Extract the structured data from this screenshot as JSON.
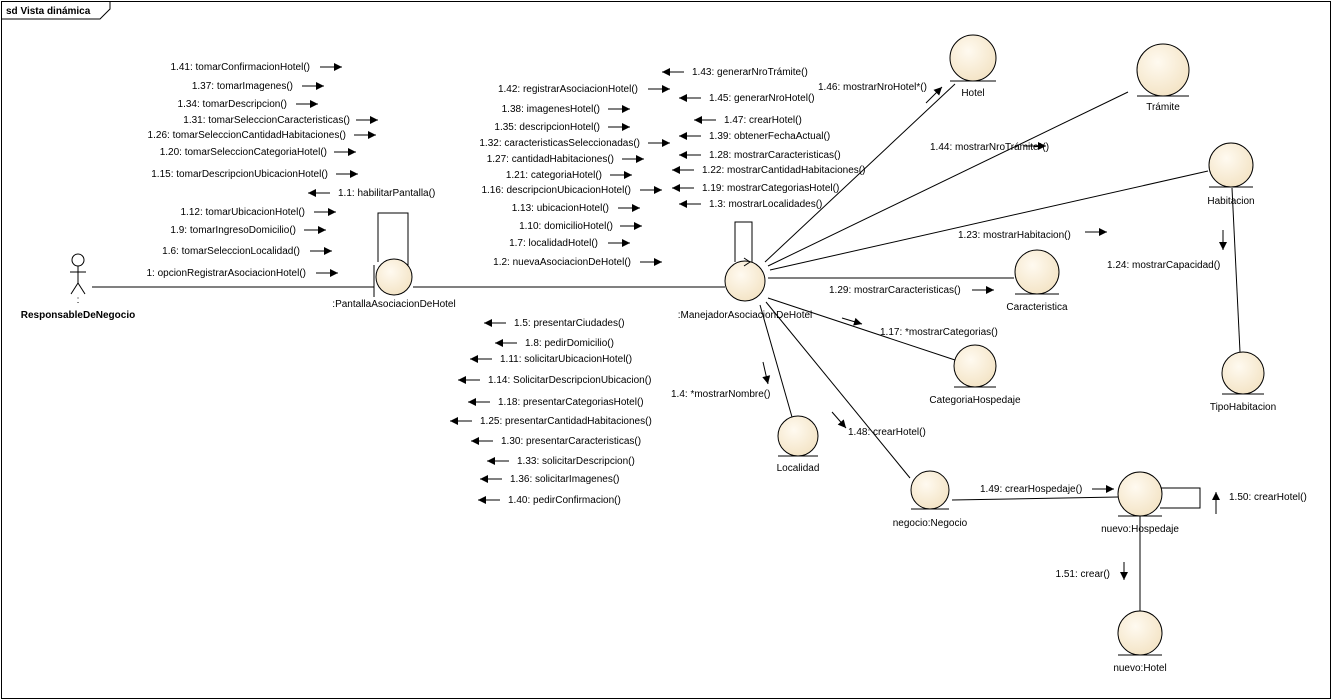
{
  "frame": {
    "title": "sd Vista dinámica"
  },
  "actor": {
    "stereotype": ":",
    "name": "ResponsableDeNegocio"
  },
  "objects": {
    "pantalla": ":PantallaAsociacionDeHotel",
    "manejador": ":ManejadorAsociacionDeHotel",
    "hotel": "Hotel",
    "tramite": "Trámite",
    "habitacion": "Habitacion",
    "tipo_habitacion": "TipoHabitacion",
    "caracteristica": "Caracteristica",
    "categoria": "CategoriaHospedaje",
    "localidad": "Localidad",
    "negocio": "negocio:Negocio",
    "hospedaje": "nuevo:Hospedaje",
    "nuevo_hotel": "nuevo:Hotel"
  },
  "messages": {
    "m1_41": "1.41: tomarConfirmacionHotel()",
    "m1_37": "1.37: tomarImagenes()",
    "m1_34": "1.34: tomarDescripcion()",
    "m1_31": "1.31: tomarSeleccionCaracteristicas()",
    "m1_26": "1.26: tomarSeleccionCantidadHabitaciones()",
    "m1_20": "1.20: tomarSeleccionCategoriaHotel()",
    "m1_15": "1.15: tomarDescripcionUbicacionHotel()",
    "m1_1": "1.1: habilitarPantalla()",
    "m1_12": "1.12: tomarUbicacionHotel()",
    "m1_9": "1.9: tomarIngresoDomicilio()",
    "m1_6": "1.6: tomarSeleccionLocalidad()",
    "m1": "1: opcionRegistrarAsociacionHotel()",
    "m1_42": "1.42: registrarAsociacionHotel()",
    "m1_38": "1.38: imagenesHotel()",
    "m1_35": "1.35: descripcionHotel()",
    "m1_32": "1.32: caracteristicasSeleccionadas()",
    "m1_27": "1.27: cantidadHabitaciones()",
    "m1_21": "1.21: categoriaHotel()",
    "m1_16": "1.16: descripcionUbicacionHotel()",
    "m1_13": "1.13: ubicacionHotel()",
    "m1_10": "1.10: domicilioHotel()",
    "m1_7": "1.7: localidadHotel()",
    "m1_2": "1.2: nuevaAsociacionDeHotel()",
    "m1_43": "1.43: generarNroTrámite()",
    "m1_45": "1.45: generarNroHotel()",
    "m1_47": "1.47: crearHotel()",
    "m1_39": "1.39: obtenerFechaActual()",
    "m1_28": "1.28: mostrarCaracteristicas()",
    "m1_22": "1.22: mostrarCantidadHabitaciones()",
    "m1_19": "1.19: mostrarCategoriasHotel()",
    "m1_3": "1.3: mostrarLocalidades()",
    "m1_46": "1.46: mostrarNroHotel*()",
    "m1_44": "1.44: mostrarNroTrámite*()",
    "m1_23": "1.23: mostrarHabitacion()",
    "m1_24": "1.24: mostrarCapacidad()",
    "m1_29": "1.29: mostrarCaracteristicas()",
    "m1_17": "1.17: *mostrarCategorias()",
    "m1_4": "1.4: *mostrarNombre()",
    "m1_48": "1.48: crearHotel()",
    "m1_49": "1.49: crearHospedaje()",
    "m1_50": "1.50: crearHotel()",
    "m1_51": "1.51: crear()",
    "m1_5": "1.5: presentarCiudades()",
    "m1_8": "1.8: pedirDomicilio()",
    "m1_11": "1.11: solicitarUbicacionHotel()",
    "m1_14": "1.14: SolicitarDescripcionUbicacion()",
    "m1_18": "1.18: presentarCategoriasHotel()",
    "m1_25": "1.25: presentarCantidadHabitaciones()",
    "m1_30": "1.30: presentarCaracteristicas()",
    "m1_33": "1.33: solicitarDescripcion()",
    "m1_36": "1.36: solicitarImagenes()",
    "m1_40": "1.40: pedirConfirmacion()"
  },
  "colors": {
    "entity_fill": "#fbf0dc",
    "line": "#000000",
    "background": "#ffffff"
  }
}
